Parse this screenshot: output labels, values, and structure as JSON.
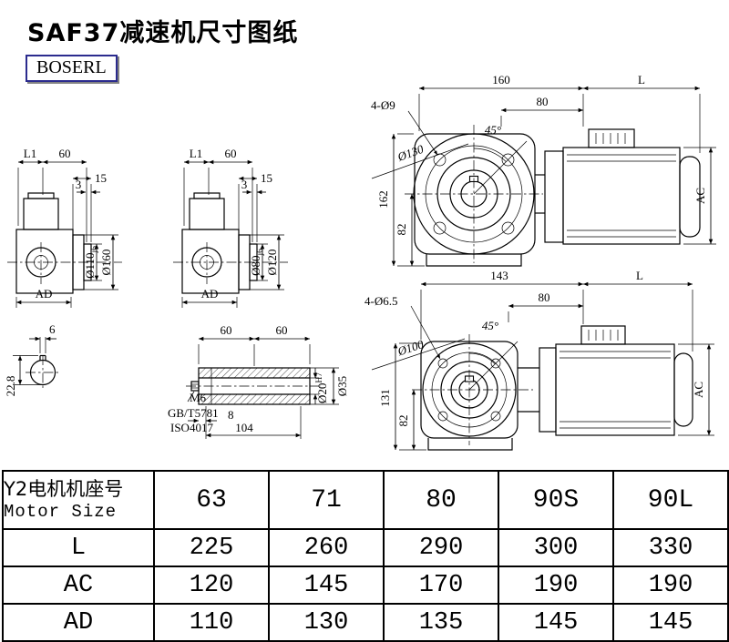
{
  "header": {
    "title": "SAF37减速机尺寸图纸",
    "logo": "BOSERL"
  },
  "drawings": {
    "view1": {
      "l1": "L1",
      "d60": "60",
      "d15": "15",
      "d3": "3",
      "bore": "Ø110",
      "bore_fit": "j6",
      "flange_od": "Ø160",
      "ad": "AD"
    },
    "view2": {
      "l1": "L1",
      "d60": "60",
      "d15": "15",
      "d3": "3",
      "bore": "Ø80",
      "bore_fit": "j6",
      "flange_od": "Ø120",
      "ad": "AD"
    },
    "front1": {
      "length": "160",
      "motor_len": "L",
      "holes": "4-Ø9",
      "half_len": "80",
      "angle": "45°",
      "bolt_circle": "Ø130",
      "height": "162",
      "axis_height": "82",
      "motor_od": "AC"
    },
    "front2": {
      "length": "143",
      "motor_len": "L",
      "holes": "4-Ø6.5",
      "half_len": "80",
      "angle": "45°",
      "bolt_circle": "Ø100",
      "height": "131",
      "axis_height": "82",
      "motor_od": "AC"
    },
    "section": {
      "key_width": "6",
      "key_depth": "22.8"
    },
    "shaft": {
      "seg1": "60",
      "seg2": "60",
      "thread": "M6",
      "std1": "GB/T5781",
      "std2": "ISO4017",
      "d8": "8",
      "d104": "104",
      "bore": "Ø20",
      "bore_fit": "H7",
      "od": "Ø35"
    }
  },
  "table": {
    "col1_cn": "Y2电机机座号",
    "col1_en": "Motor Size",
    "sizes": [
      "63",
      "71",
      "80",
      "90S",
      "90L"
    ],
    "rows": [
      {
        "label": "L",
        "values": [
          "225",
          "260",
          "290",
          "300",
          "330"
        ]
      },
      {
        "label": "AC",
        "values": [
          "120",
          "145",
          "170",
          "190",
          "190"
        ]
      },
      {
        "label": "AD",
        "values": [
          "110",
          "130",
          "135",
          "145",
          "145"
        ]
      }
    ]
  }
}
